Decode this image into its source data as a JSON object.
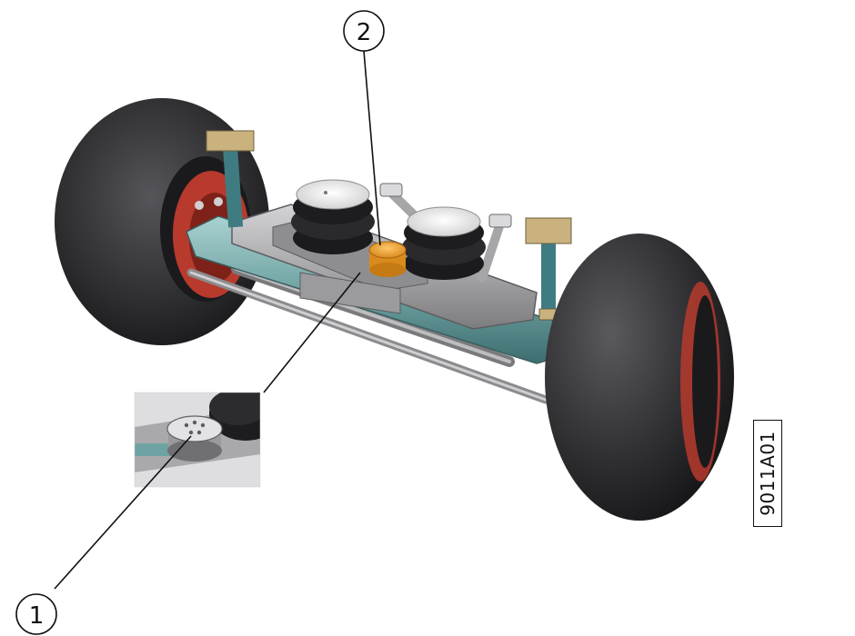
{
  "callouts": [
    {
      "number": "1"
    },
    {
      "number": "2"
    }
  ],
  "figure_reference": "9011A01",
  "colors": {
    "tire": "#2b2b2d",
    "rim": "#c0392b",
    "axle": "#6fa3a3",
    "frame": "#a5a5a8",
    "air_spring": "#1e1e20",
    "air_spring_cap": "#efefef",
    "highlight_component": "#f0a73a",
    "bracket": "#c9b27e"
  }
}
